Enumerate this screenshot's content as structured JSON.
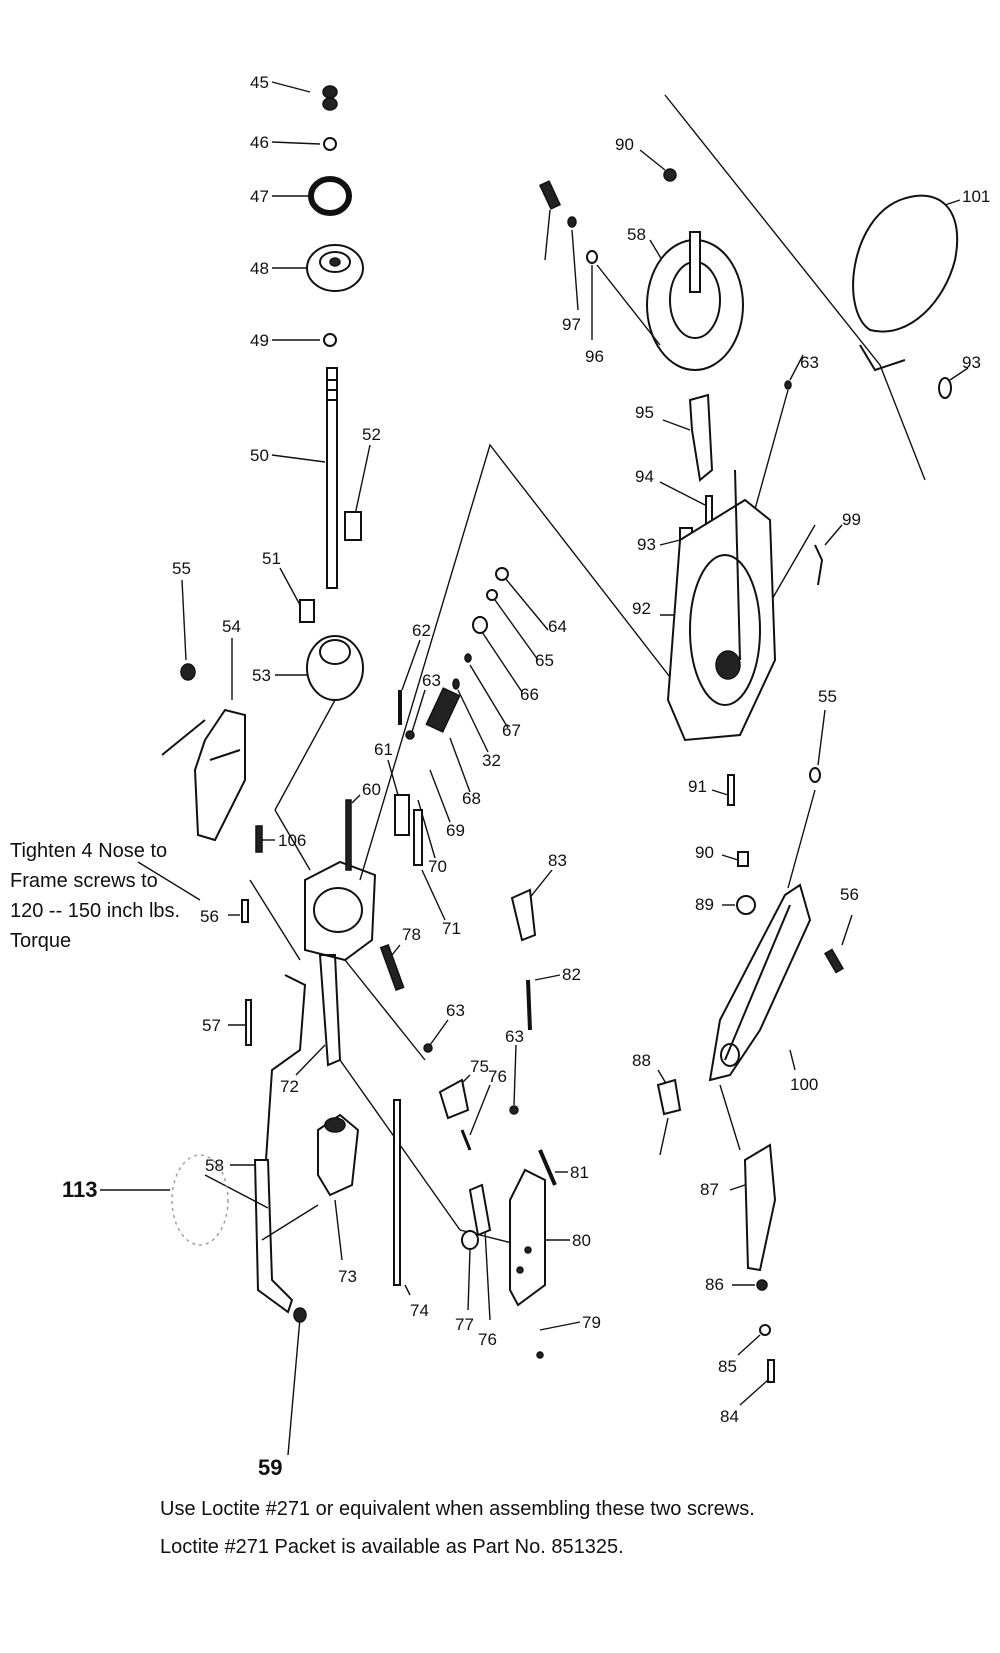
{
  "notes": {
    "torque": [
      "Tighten 4 Nose to",
      "Frame screws to",
      "120 -- 150 inch lbs.",
      "Torque"
    ],
    "loctite": [
      "Use Loctite #271 or equivalent when assembling these two screws.",
      "Loctite #271 Packet is available as Part No. 851325."
    ]
  },
  "callouts": {
    "c45": "45",
    "c46": "46",
    "c47": "47",
    "c48": "48",
    "c49": "49",
    "c50": "50",
    "c51": "51",
    "c52": "52",
    "c53": "53",
    "c54a": "54",
    "c55a": "55",
    "c106": "106",
    "c56a": "56",
    "c57": "57",
    "c58a": "58",
    "c113": "113",
    "c59": "59",
    "c72": "72",
    "c73": "73",
    "c74": "74",
    "c60": "60",
    "c61": "61",
    "c62": "62",
    "c63a": "63",
    "c64": "64",
    "c65": "65",
    "c66": "66",
    "c67": "67",
    "c32": "32",
    "c68": "68",
    "c69": "69",
    "c70": "70",
    "c71": "71",
    "c78": "78",
    "c63b": "63",
    "c83": "83",
    "c82": "82",
    "c63c": "63",
    "c75": "75",
    "c76a": "76",
    "c81": "81",
    "c80": "80",
    "c79": "79",
    "c77": "77",
    "c76b": "76",
    "c90a": "90",
    "c97": "97",
    "c96": "96",
    "c58b": "58",
    "c101": "101",
    "c93a": "93",
    "c63d": "63",
    "c95": "95",
    "c94": "94",
    "c93b": "93",
    "c99": "99",
    "c92": "92",
    "c91": "91",
    "c90b": "90",
    "c89": "89",
    "c55b": "55",
    "c56b": "56",
    "c100": "100",
    "c88": "88",
    "c87": "87",
    "c86": "86",
    "c85": "85",
    "c84": "84"
  }
}
